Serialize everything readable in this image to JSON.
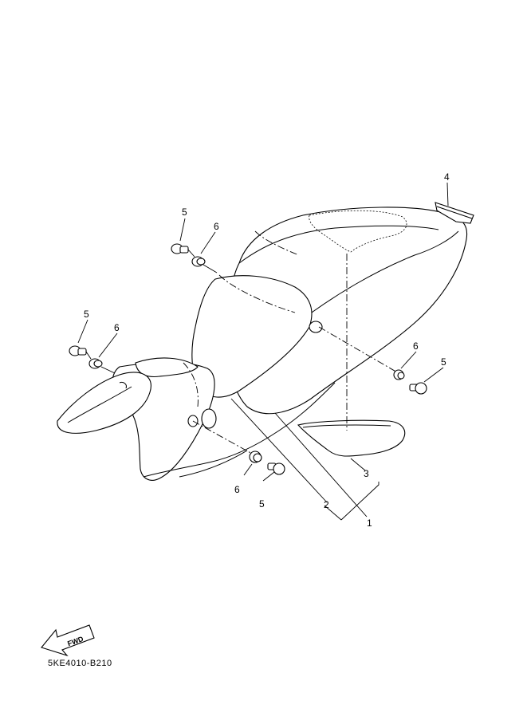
{
  "diagram": {
    "callouts": [
      {
        "id": "c1",
        "label": "1"
      },
      {
        "id": "c2",
        "label": "2"
      },
      {
        "id": "c3",
        "label": "3"
      },
      {
        "id": "c4",
        "label": "4"
      },
      {
        "id": "c5a",
        "label": "5"
      },
      {
        "id": "c5b",
        "label": "5"
      },
      {
        "id": "c5c",
        "label": "5"
      },
      {
        "id": "c5d",
        "label": "5"
      },
      {
        "id": "c6a",
        "label": "6"
      },
      {
        "id": "c6b",
        "label": "6"
      },
      {
        "id": "c6c",
        "label": "6"
      },
      {
        "id": "c6d",
        "label": "6"
      }
    ],
    "fwd_label": "FWD",
    "drawing_code": "5KE4010-B210"
  }
}
